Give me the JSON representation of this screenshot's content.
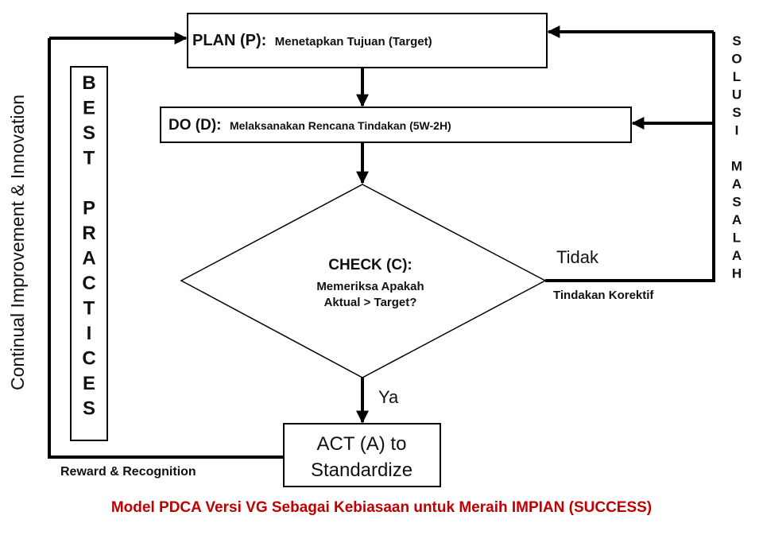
{
  "nodes": {
    "plan": {
      "code": "PLAN (P):",
      "text": "Menetapkan Tujuan (Target)"
    },
    "do": {
      "code": "DO (D):",
      "text": "Melaksanakan Rencana Tindakan (5W-2H)"
    },
    "check": {
      "code": "CHECK (C):",
      "line1": "Memeriksa Apakah",
      "line2": "Aktual > Target?"
    },
    "act": {
      "line1": "ACT (A) to",
      "line2": "Standardize"
    }
  },
  "labels": {
    "ya": "Ya",
    "tidak": "Tidak",
    "tindakan_korektif": "Tindakan Korektif",
    "reward": "Reward & Recognition",
    "solusi_masalah": [
      "S",
      "O",
      "L",
      "U",
      "S",
      "I",
      "",
      "M",
      "A",
      "S",
      "A",
      "L",
      "A",
      "H"
    ],
    "best_practices": [
      "B",
      "E",
      "S",
      "T",
      "",
      "P",
      "R",
      "A",
      "C",
      "T",
      "I",
      "C",
      "E",
      "S"
    ],
    "continual": "Continual Improvement & Innovation"
  },
  "caption": "Model PDCA Versi VG Sebagai Kebiasaan untuk Meraih IMPIAN (SUCCESS)",
  "colors": {
    "caption": "#c00000",
    "lines": "#000000"
  }
}
